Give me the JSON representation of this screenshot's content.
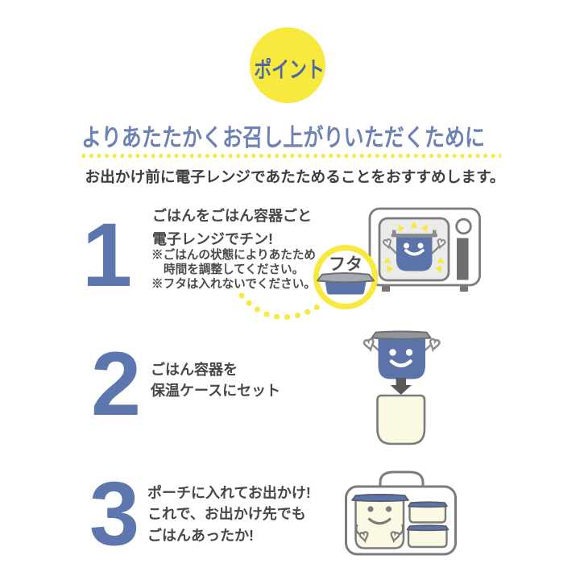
{
  "badge": {
    "label": "ポイント"
  },
  "heading": {
    "title": "よりあたたかくお召し上がりいただくために",
    "subtitle": "お出かけ前に電子レンジであたためることをおすすめします。"
  },
  "steps": [
    {
      "number": "1",
      "lines": [
        "ごはんをごはん容器ごと",
        "電子レンジでチン!"
      ],
      "notes": [
        "※ごはんの状態によりあたため",
        "時間を調整してください。",
        "※フタは入れないでください。"
      ]
    },
    {
      "number": "2",
      "lines": [
        "ごはん容器を",
        "保温ケースにセット"
      ]
    },
    {
      "number": "3",
      "lines": [
        "ポーチに入れてお出かけ!",
        "これで、お出かけ先でも",
        "ごはんあったか!"
      ]
    }
  ],
  "callout": {
    "label": "フタ"
  },
  "icons": {
    "step1": "microwave-with-rice-container-icon",
    "step2": "container-set-into-case-icon",
    "step3": "pouch-with-containers-icon",
    "callout": "lid-icon"
  },
  "colors": {
    "accent_yellow": "#f7e93d",
    "headline_blue": "#6d81b5",
    "number_blue": "#5d76ad",
    "container_blue": "#5b73a8",
    "text_dark": "#3e3e3e",
    "outline_gray": "#7b7b7b",
    "cream": "#fbf9e4"
  }
}
